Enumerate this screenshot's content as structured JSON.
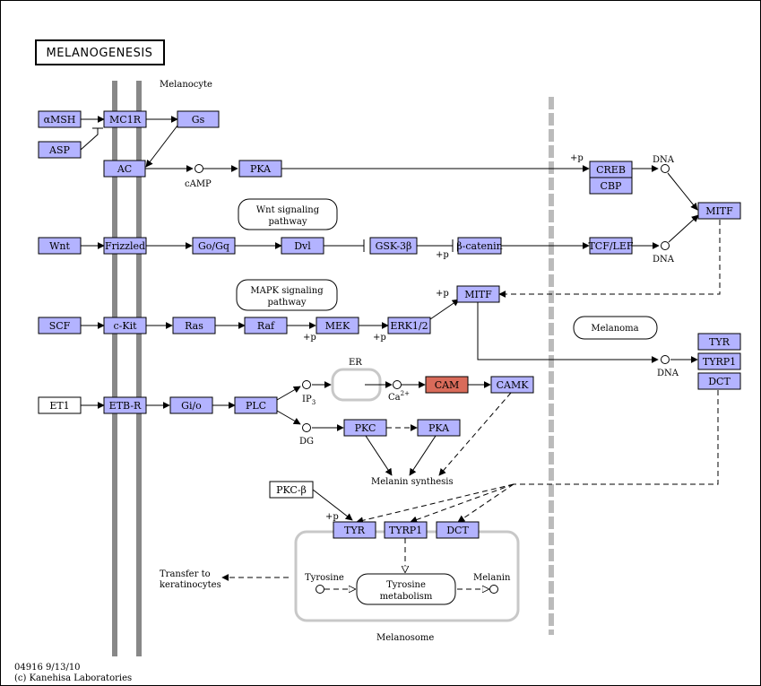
{
  "colors": {
    "gene_fill": "#b3b3ff",
    "highlight_fill": "#d96b5a",
    "other_fill": "#ffffff"
  },
  "title": "MELANOGENESIS",
  "footer": {
    "id_date": "04916 9/13/10",
    "copyright": "(c) Kanehisa Laboratories"
  },
  "compartments": {
    "melanocyte": "Melanocyte",
    "er": "ER",
    "melanosome": "Melanosome",
    "melanoma": "Melanoma"
  },
  "pathways": {
    "wnt": [
      "Wnt signaling",
      "pathway"
    ],
    "mapk": [
      "MAPK signaling",
      "pathway"
    ],
    "tyrosine": [
      "Tyrosine",
      "metabolism"
    ]
  },
  "nodes": {
    "amsh": "αMSH",
    "asp": "ASP",
    "mc1r": "MC1R",
    "gs": "Gs",
    "ac": "AC",
    "pka1": "PKA",
    "creb": "CREB",
    "cbp": "CBP",
    "mitf1": "MITF",
    "wnt": "Wnt",
    "frizzled": "Frizzled",
    "gogq": "Go/Gq",
    "dvl": "Dvl",
    "gsk3b": "GSK-3β",
    "bcatenin": "β-catenin",
    "tcflef": "TCF/LEF",
    "mitf2": "MITF",
    "scf": "SCF",
    "ckit": "c-Kit",
    "ras": "Ras",
    "raf": "Raf",
    "mek": "MEK",
    "erk": "ERK1/2",
    "et1": "ET1",
    "etbr": "ETB-R",
    "gio": "Gi/o",
    "plc": "PLC",
    "cam": "CAM",
    "camk": "CAMK",
    "pkc": "PKC",
    "pka2": "PKA",
    "pkcb": "PKC-β",
    "tyr1": "TYR",
    "tyrp1a": "TYRP1",
    "dct1": "DCT",
    "tyr2": "TYR",
    "tyrp1b": "TYRP1",
    "dct2": "DCT"
  },
  "labels": {
    "camp": "cAMP",
    "ip3": "IP",
    "ip3_sub": "3",
    "dg": "DG",
    "ca": "Ca",
    "ca_sup": "2+",
    "dna1": "DNA",
    "dna2": "DNA",
    "dna3": "DNA",
    "melanin_synthesis": "Melanin synthesis",
    "transfer1": "Transfer to",
    "transfer2": "keratinocytes",
    "tyrosine": "Tyrosine",
    "melanin": "Melanin",
    "p_creb": "+p",
    "p_bcat": "+p",
    "p_mek": "+p",
    "p_erk": "+p",
    "p_mitf": "+p",
    "p_tyr": "+p"
  }
}
